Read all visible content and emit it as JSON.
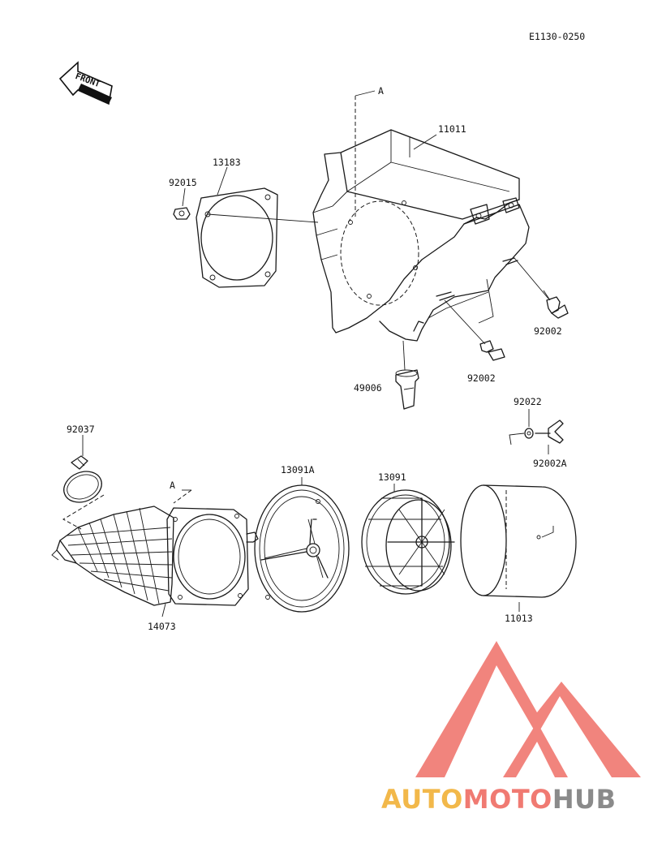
{
  "diagram_code": "E1130-0250",
  "front_label": "FRONT",
  "section_marker": "A",
  "parts": {
    "p11011": "11011",
    "p13183": "13183",
    "p92015": "92015",
    "p92002_right": "92002",
    "p92002_center": "92002",
    "p49006": "49006",
    "p92022": "92022",
    "p92002A": "92002A",
    "p92037": "92037",
    "p14073": "14073",
    "p13091A": "13091A",
    "p13091": "13091",
    "p11013": "11013"
  },
  "watermark": {
    "part1": "AUTO",
    "part2": "MOTO",
    "part3": "HUB",
    "color_orange": "#f2b84a",
    "color_red": "#f07a72",
    "color_gray": "#8a8a8a"
  }
}
